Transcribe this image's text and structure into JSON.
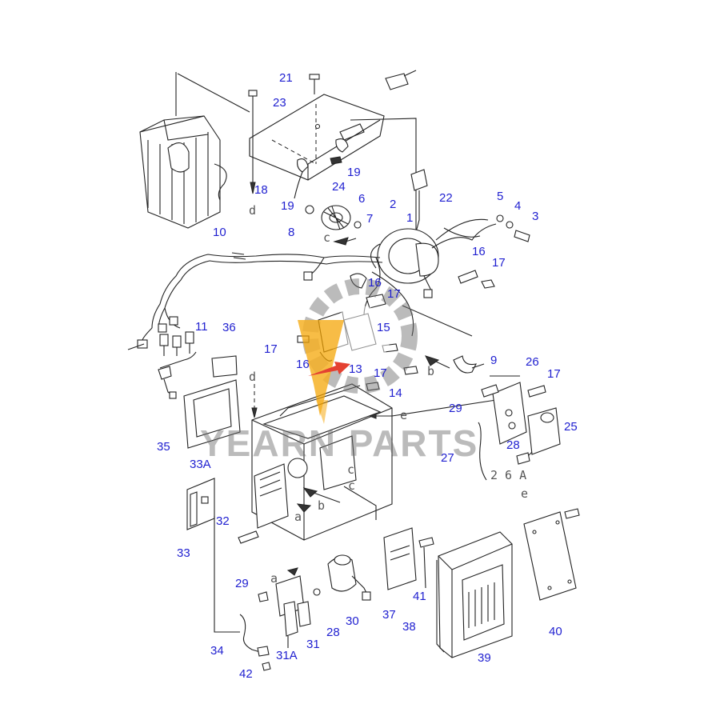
{
  "callouts": [
    "21",
    "23",
    "18",
    "19",
    "19",
    "24",
    "6",
    "7",
    "8",
    "2",
    "1",
    "22",
    "5",
    "4",
    "3",
    "16",
    "17",
    "10",
    "16",
    "17",
    "15",
    "11",
    "36",
    "17",
    "16",
    "13",
    "17",
    "14",
    "9",
    "26",
    "17",
    "29",
    "25",
    "28",
    "27",
    "35",
    "33A",
    "32",
    "33",
    "41",
    "40",
    "29",
    "30",
    "28",
    "31",
    "31A",
    "37",
    "38",
    "39",
    "34",
    "42"
  ],
  "guide_letters": [
    "d",
    "c",
    "c",
    "b",
    "d",
    "e",
    "a",
    "b",
    "c",
    "a",
    "e"
  ],
  "codes": [
    "2 6 A"
  ],
  "watermark": {
    "brand": "YEARN PARTS",
    "color": "#f5a300"
  }
}
